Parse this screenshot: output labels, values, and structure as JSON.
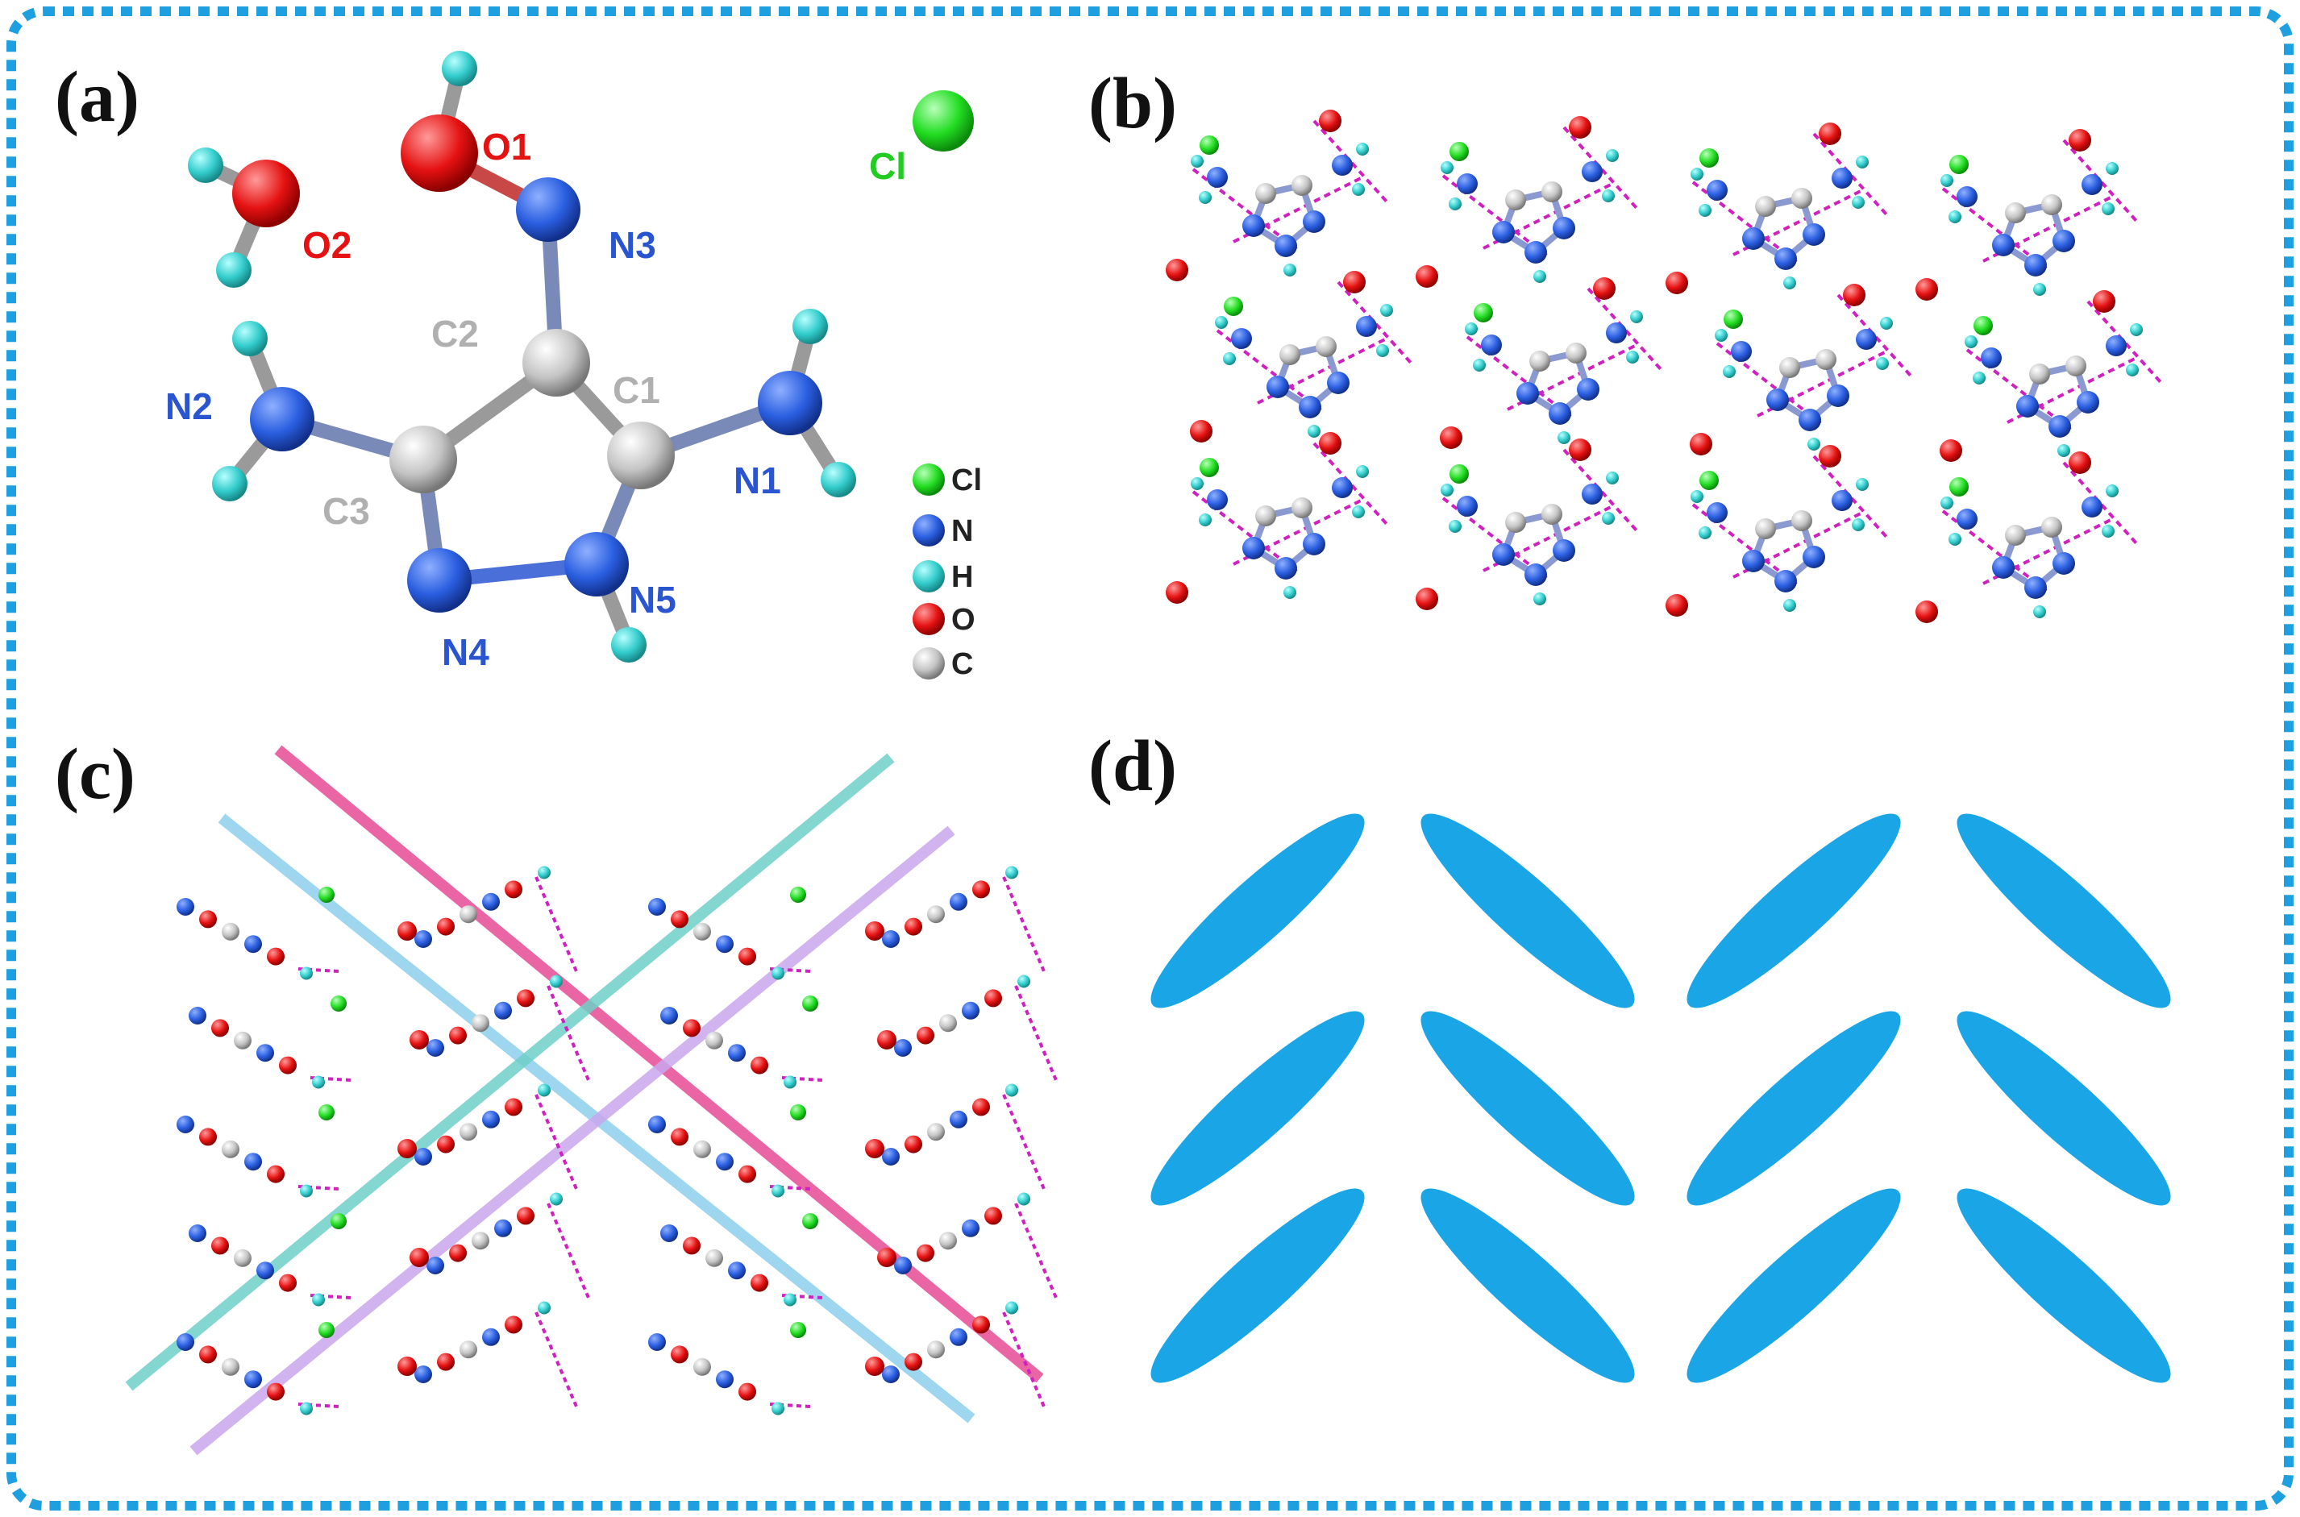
{
  "panels": {
    "a": {
      "label": "(a)"
    },
    "b": {
      "label": "(b)"
    },
    "c": {
      "label": "(c)"
    },
    "d": {
      "label": "(d)"
    }
  },
  "atom_labels": {
    "O1": "O1",
    "O2": "O2",
    "Cl": "Cl",
    "N1": "N1",
    "N2": "N2",
    "N3": "N3",
    "N4": "N4",
    "N5": "N5",
    "C1": "C1",
    "C2": "C2",
    "C3": "C3"
  },
  "legend": [
    {
      "symbol": "Cl",
      "color": "#22dd22"
    },
    {
      "symbol": "N",
      "color": "#2255dd"
    },
    {
      "symbol": "H",
      "color": "#33cccc"
    },
    {
      "symbol": "O",
      "color": "#ee1111"
    },
    {
      "symbol": "C",
      "color": "#bbbbbb"
    }
  ],
  "colors": {
    "frame": "#1e9fe0",
    "N": "#2255dd",
    "O": "#ee1111",
    "H": "#33cccc",
    "C": "#bbbbbb",
    "Cl": "#22dd22",
    "hbond": "#d020c0",
    "ellipse": "#1aa6e6",
    "line_pink": "#e8559a",
    "line_teal": "#6fd0c8",
    "line_lightblue": "#8ed0ee",
    "line_lavender": "#c9a6ee"
  }
}
